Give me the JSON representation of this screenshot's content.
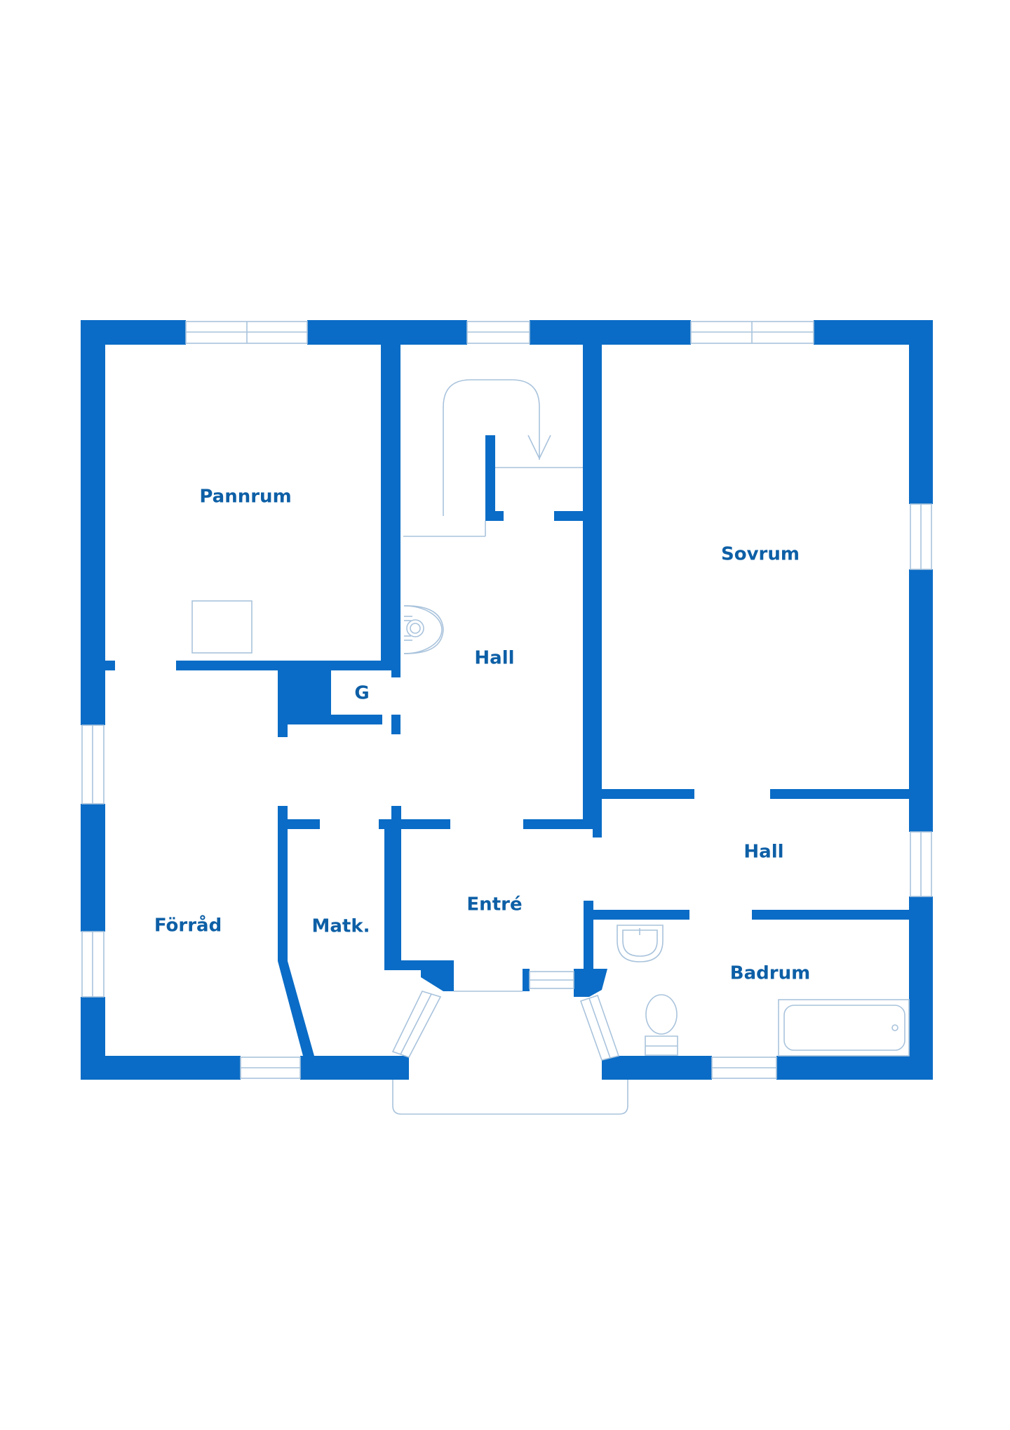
{
  "colors": {
    "wall": "#0a6cc6",
    "label": "#0d5fa6",
    "fixture_line": "#a9c3dc",
    "background": "#ffffff"
  },
  "rooms": {
    "pannrum": "Pannrum",
    "sovrum": "Sovrum",
    "hall_upper": "Hall",
    "gas": "G",
    "hall_lower": "Hall",
    "entre": "Entré",
    "forrad": "Förråd",
    "matk": "Matk.",
    "badrum": "Badrum"
  },
  "icons": [
    "stair-arrow-icon",
    "stove-icon",
    "sink-icon",
    "toilet-icon",
    "bathtub-icon",
    "cabinet-icon"
  ]
}
